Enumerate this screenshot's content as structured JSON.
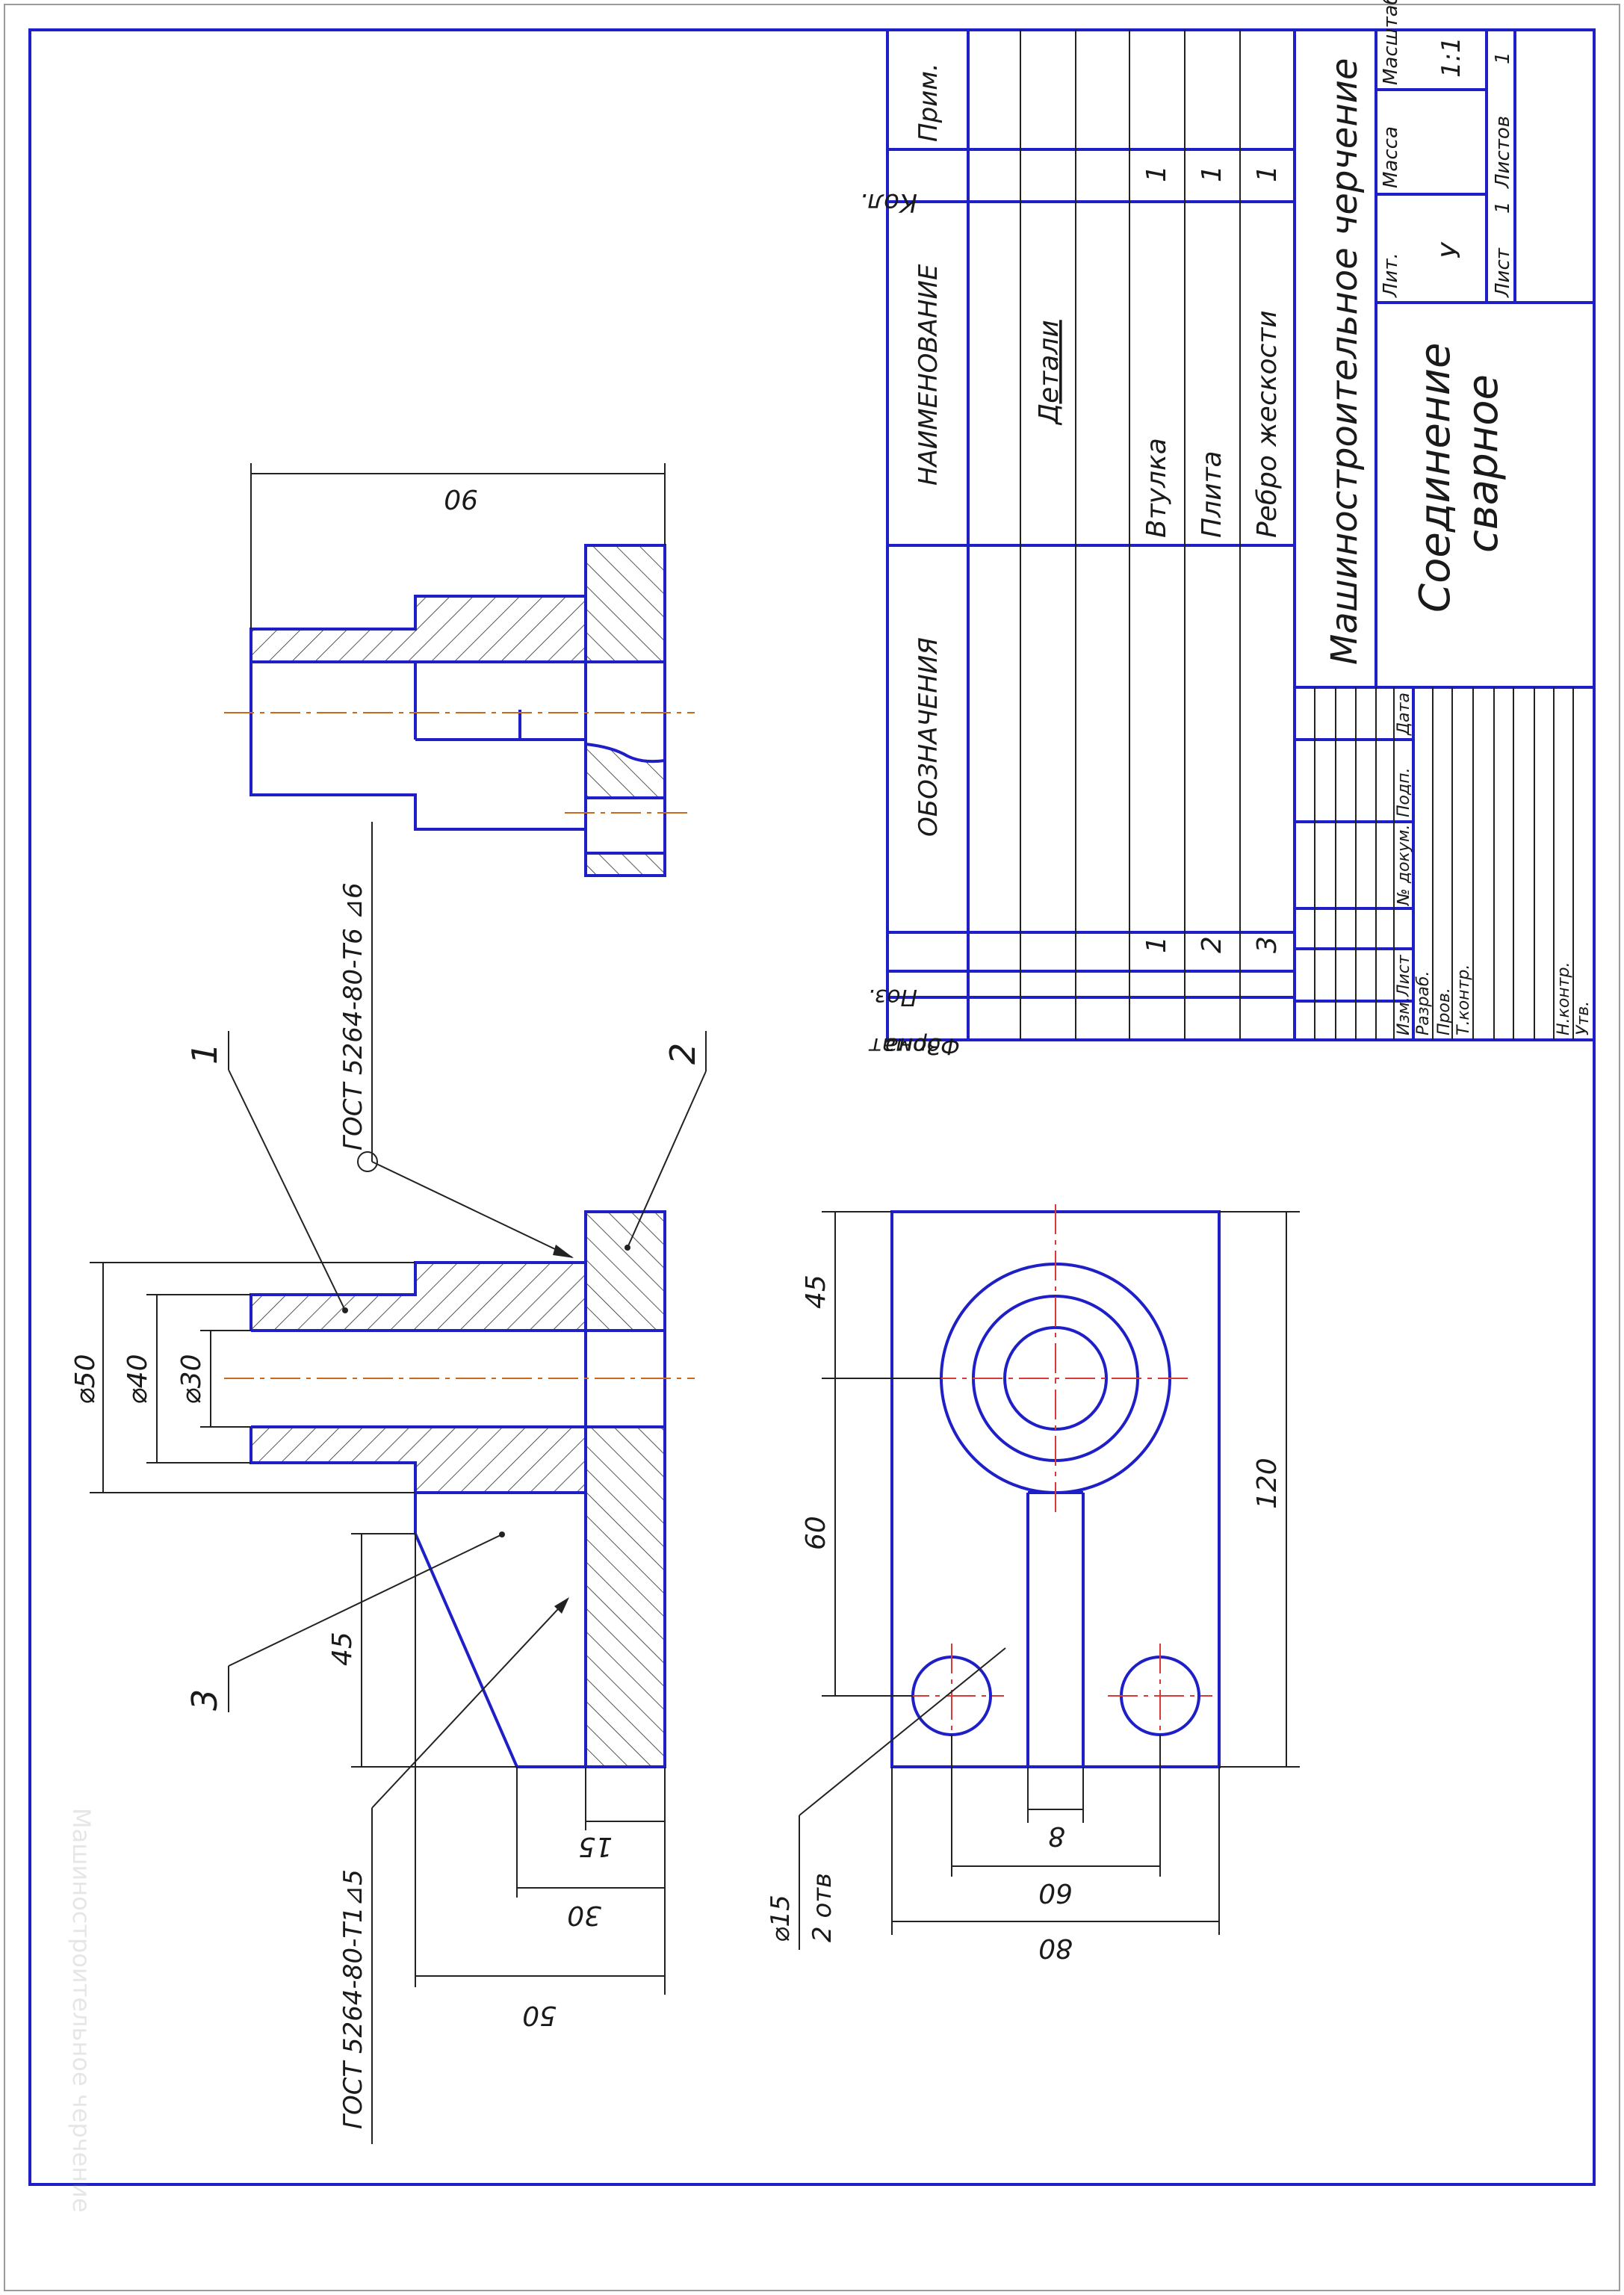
{
  "colors": {
    "outline": "#1f1fc8",
    "thin": "#222222",
    "axis": "#c8691e",
    "axis_red": "#d83a3a",
    "text": "#1a1a1a"
  },
  "watermark": "Машиностроительное черчение",
  "leaders": {
    "part1": "1",
    "part2": "2",
    "part3": "3"
  },
  "weld_notes": {
    "top": "ГОСТ 5264-80-Т6 ⊿6",
    "bottom": "ГОСТ 5264-80-Т1⊿5"
  },
  "dims": {
    "d50": "⌀50",
    "d40": "⌀40",
    "d30": "⌀30",
    "h45": "45",
    "w15": "15",
    "w30": "30",
    "w50": "50",
    "w90": "90",
    "plan_45": "45",
    "plan_60": "60",
    "plan_120": "120",
    "plan_8": "8",
    "plan_60b": "60",
    "plan_80": "80",
    "hole_d": "⌀15",
    "hole_n": "2 отв"
  },
  "spec": {
    "headers": {
      "format": "Формат",
      "zone": "Зона",
      "pos": "Поз.",
      "designation": "ОБОЗНАЧЕНИЯ",
      "name": "НАИМЕНОВАНИЕ",
      "qty": "Кол.",
      "note": "Прим."
    },
    "section": "Детали",
    "rows": [
      {
        "pos": "1",
        "name": "Втулка",
        "qty": "1"
      },
      {
        "pos": "2",
        "name": "Плита",
        "qty": "1"
      },
      {
        "pos": "3",
        "name": "Ребро жескости",
        "qty": "1"
      }
    ]
  },
  "title_block": {
    "subject": "Машиностроительное черчение",
    "title_line1": "Соединение",
    "title_line2": "сварное",
    "lit_label": "Лит.",
    "mass_label": "Масса",
    "scale_label": "Масштаб",
    "lit_value": "У",
    "scale_value": "1:1",
    "sheet_label": "Лист",
    "sheet_value": "1",
    "sheets_label": "Листов",
    "sheets_value": "1",
    "col_labels": {
      "izm": "Изм.",
      "list": "Лист",
      "doc": "№ докум.",
      "sign": "Подп.",
      "date": "Дата"
    },
    "role_labels": {
      "dev": "Разраб.",
      "check": "Пров.",
      "tcontrol": "Т.контр.",
      "ncontrol": "Н.контр.",
      "approve": "Утв."
    }
  }
}
